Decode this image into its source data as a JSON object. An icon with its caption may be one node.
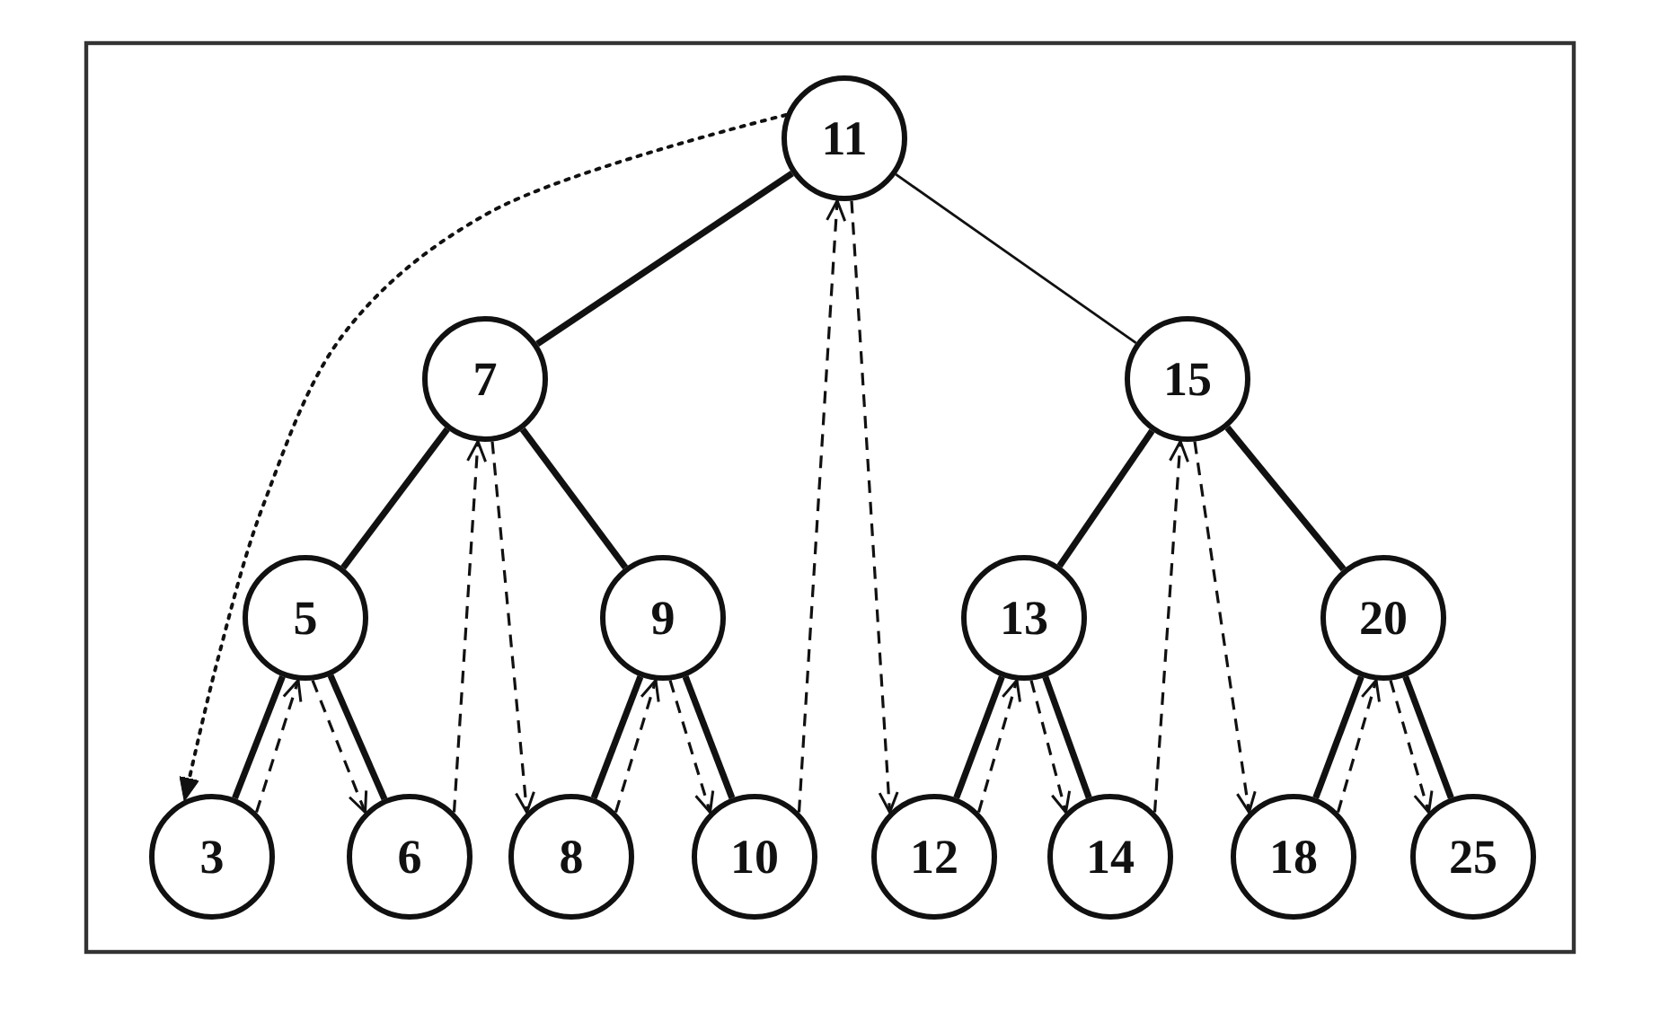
{
  "diagram": {
    "nodes": [
      {
        "text": [
          "11"
        ]
      },
      {
        "text": [
          "7"
        ]
      },
      {
        "text": [
          "15"
        ]
      },
      {
        "text": [
          "5"
        ]
      },
      {
        "text": [
          "9"
        ]
      },
      {
        "text": [
          "13"
        ]
      },
      {
        "text": [
          "20"
        ]
      },
      {
        "text": [
          "3"
        ]
      },
      {
        "text": [
          "6"
        ]
      },
      {
        "text": [
          "8"
        ]
      },
      {
        "text": [
          "10"
        ]
      },
      {
        "text": [
          "12"
        ]
      },
      {
        "text": [
          "14"
        ]
      },
      {
        "text": [
          "18"
        ]
      },
      {
        "text": [
          "25"
        ]
      }
    ],
    "edges": [
      {
        "from": 0,
        "to": 1,
        "arrow": "none",
        "style": "thick"
      },
      {
        "from": 0,
        "to": 2,
        "arrow": "none"
      },
      {
        "from": 1,
        "to": 3,
        "arrow": "none",
        "style": "thick"
      },
      {
        "from": 1,
        "to": 4,
        "arrow": "none",
        "style": "thick"
      },
      {
        "from": 2,
        "to": 5,
        "arrow": "none",
        "style": "thick"
      },
      {
        "from": 2,
        "to": 6,
        "arrow": "none",
        "style": "thick"
      },
      {
        "from": 3,
        "to": 7,
        "arrow": "none",
        "style": "thick"
      },
      {
        "from": 3,
        "to": 8,
        "arrow": "none",
        "style": "thick"
      },
      {
        "from": 4,
        "to": 9,
        "arrow": "none",
        "style": "thick"
      },
      {
        "from": 4,
        "to": 10,
        "arrow": "none",
        "style": "thick"
      },
      {
        "from": 5,
        "to": 11,
        "arrow": "none",
        "style": "thick"
      },
      {
        "from": 5,
        "to": 12,
        "arrow": "none",
        "style": "thick"
      },
      {
        "from": 6,
        "to": 13,
        "arrow": "none",
        "style": "thick"
      },
      {
        "from": 6,
        "to": 14,
        "arrow": "none",
        "style": "thick"
      },
      {
        "from": 7,
        "to": 3,
        "arrow": "to",
        "style": "dashed"
      },
      {
        "from": 3,
        "to": 8,
        "arrow": "to",
        "style": "dashed"
      },
      {
        "from": 8,
        "to": 1,
        "arrow": "to",
        "style": "dashed"
      },
      {
        "from": 1,
        "to": 9,
        "arrow": "to",
        "style": "dashed"
      },
      {
        "from": 9,
        "to": 4,
        "arrow": "to",
        "style": "dashed"
      },
      {
        "from": 4,
        "to": 10,
        "arrow": "to",
        "style": "dashed"
      },
      {
        "from": 10,
        "to": 0,
        "arrow": "to",
        "style": "dashed"
      },
      {
        "from": 0,
        "to": 11,
        "arrow": "to",
        "style": "dashed"
      },
      {
        "from": 11,
        "to": 5,
        "arrow": "to",
        "style": "dashed"
      },
      {
        "from": 5,
        "to": 12,
        "arrow": "to",
        "style": "dashed"
      },
      {
        "from": 12,
        "to": 2,
        "arrow": "to",
        "style": "dashed"
      },
      {
        "from": 2,
        "to": 13,
        "arrow": "to",
        "style": "dashed"
      },
      {
        "from": 13,
        "to": 6,
        "arrow": "to",
        "style": "dashed"
      },
      {
        "from": 6,
        "to": 14,
        "arrow": "to",
        "style": "dashed"
      },
      {
        "from": 0,
        "to": 7,
        "arrow": "to",
        "style": "dashed"
      }
    ]
  }
}
